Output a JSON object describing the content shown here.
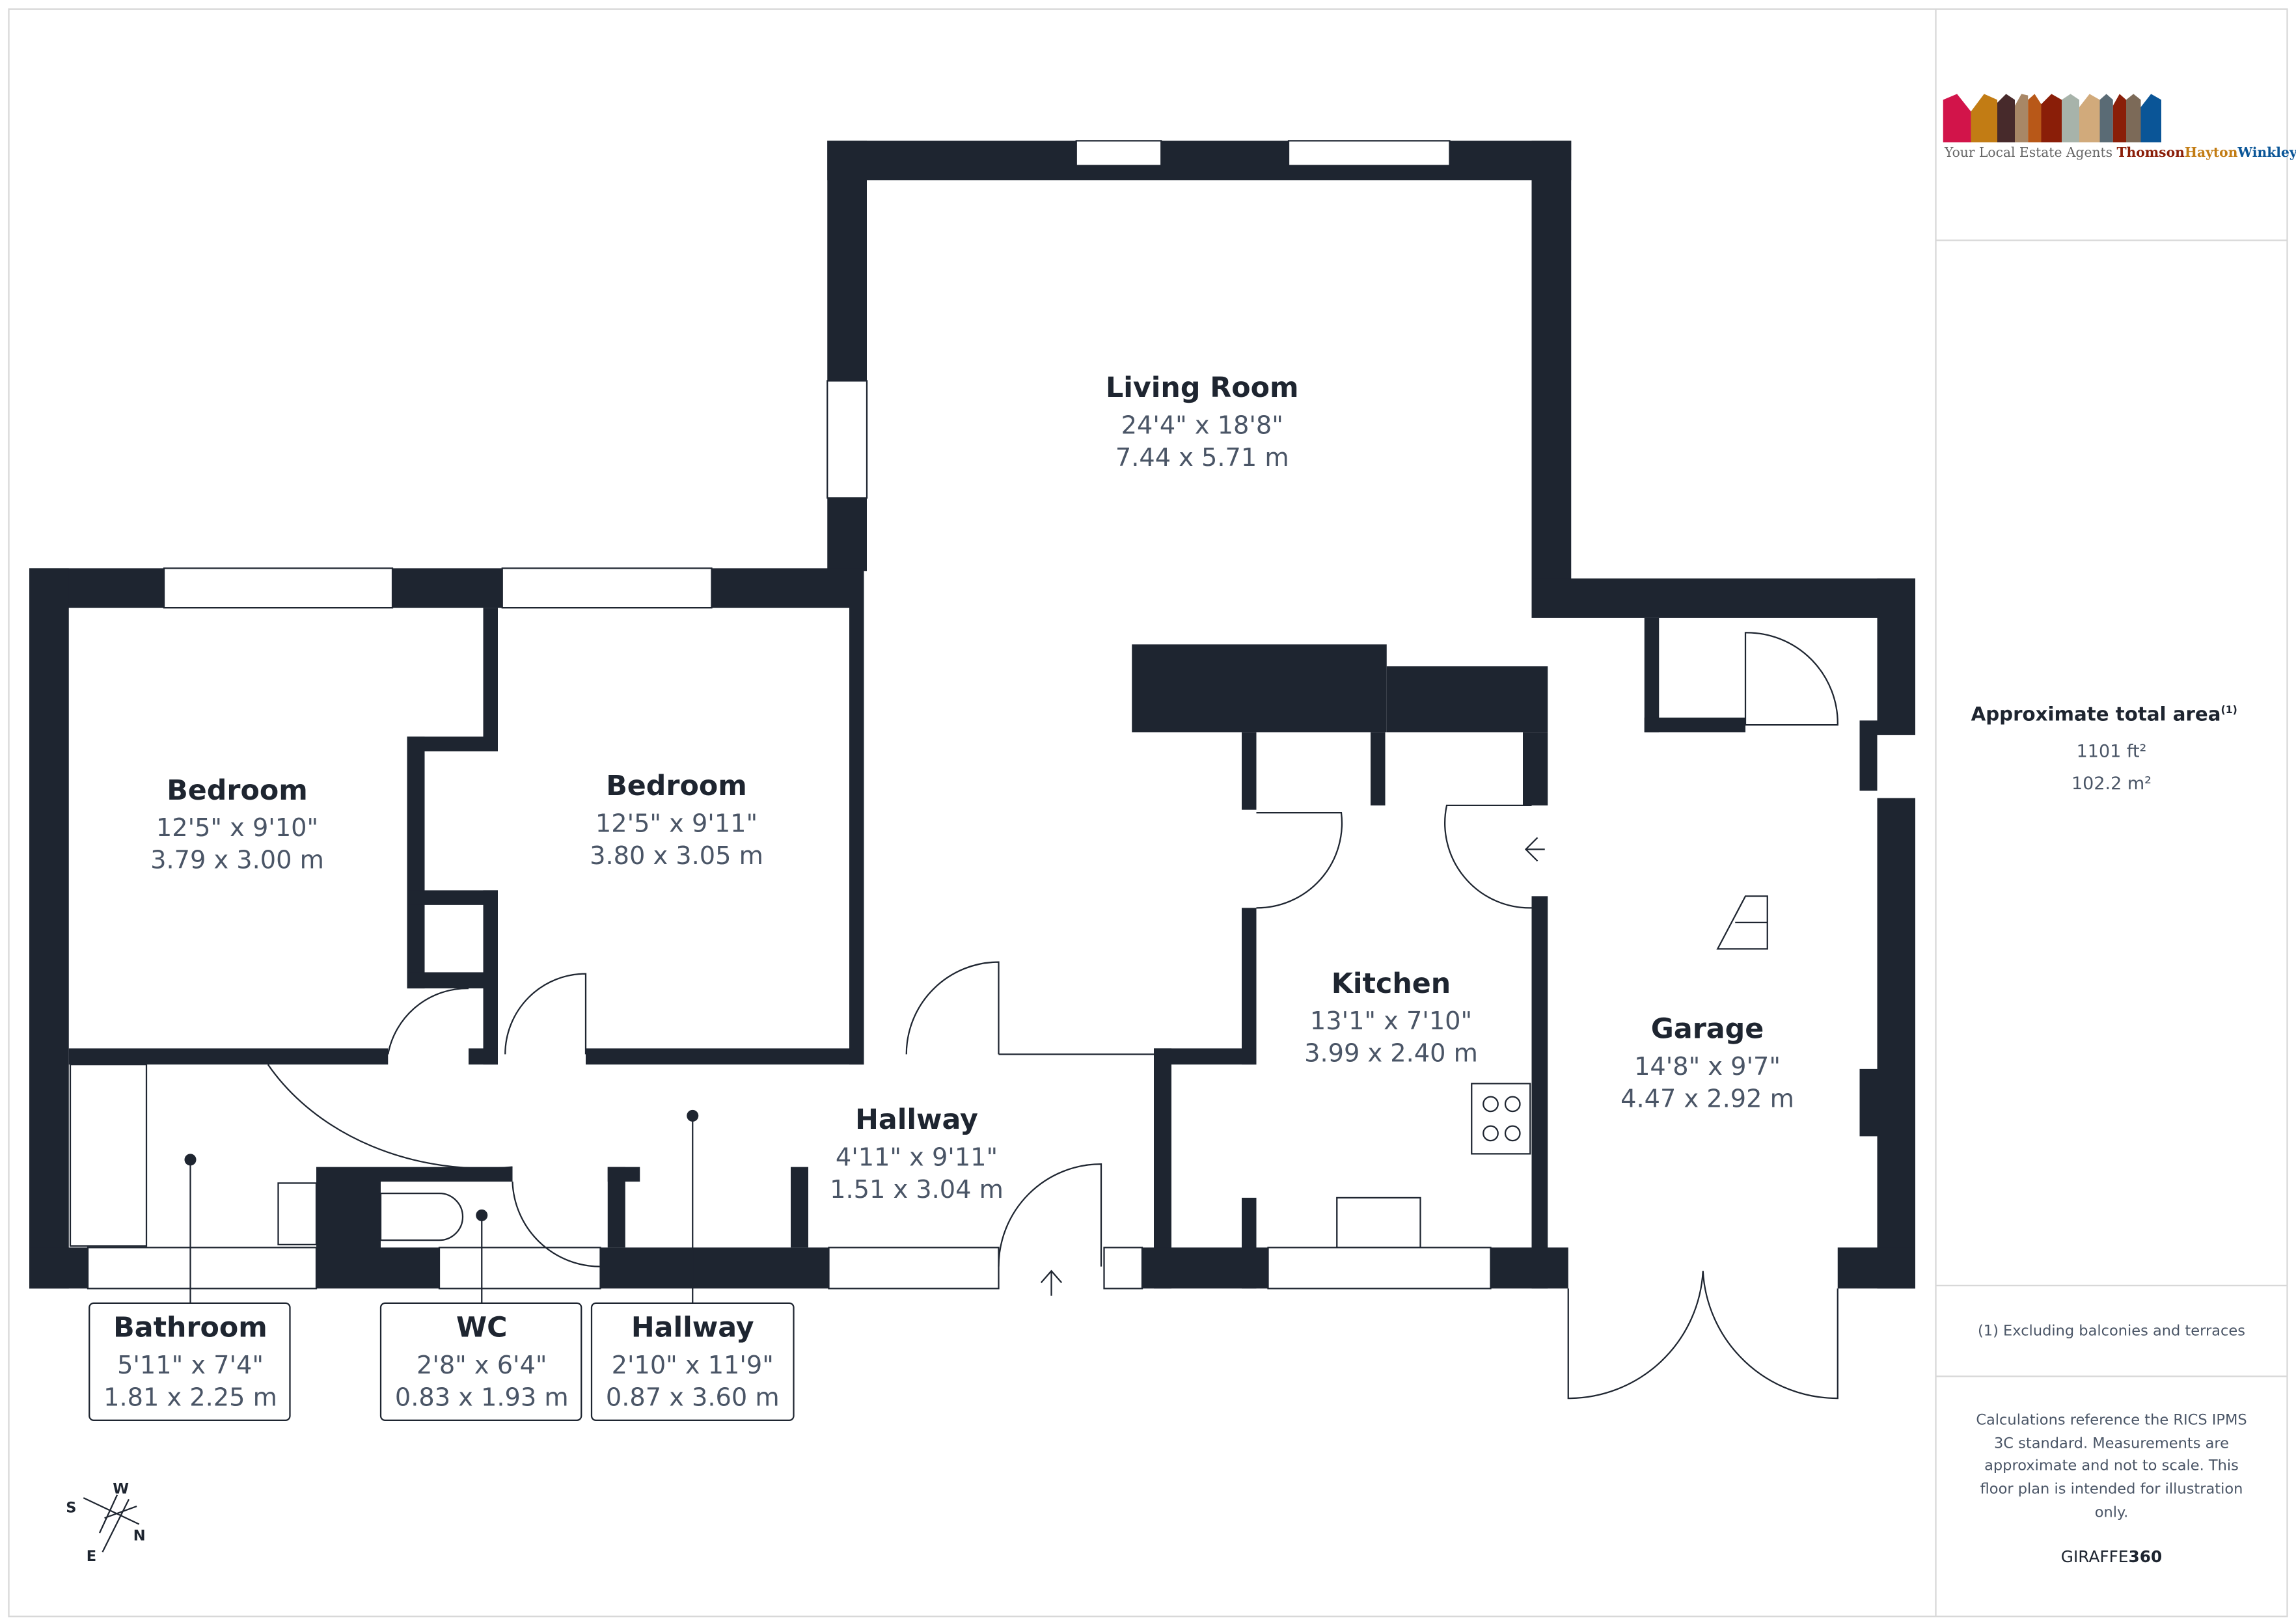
{
  "brand": {
    "tagline": "Your Local Estate Agents",
    "name_part1": "Thomson",
    "name_part2": "Hayton",
    "name_part3": "Winkley",
    "colors": [
      "#d2144a",
      "#c27c14",
      "#472a2b",
      "#a88766",
      "#b85818",
      "#8a1e08",
      "#a7b3aa",
      "#d1aa7b",
      "#5a6b75",
      "#8a1e08",
      "#7c6a58",
      "#0a5597"
    ]
  },
  "rooms": {
    "living": {
      "name": "Living Room",
      "imperial": "24'4\" x 18'8\"",
      "metric": "7.44 x 5.71 m"
    },
    "bedroom1": {
      "name": "Bedroom",
      "imperial": "12'5\" x 9'10\"",
      "metric": "3.79 x 3.00 m"
    },
    "bedroom2": {
      "name": "Bedroom",
      "imperial": "12'5\" x 9'11\"",
      "metric": "3.80 x 3.05 m"
    },
    "kitchen": {
      "name": "Kitchen",
      "imperial": "13'1\" x 7'10\"",
      "metric": "3.99 x 2.40 m"
    },
    "garage": {
      "name": "Garage",
      "imperial": "14'8\" x 9'7\"",
      "metric": "4.47 x 2.92 m"
    },
    "hallway1": {
      "name": "Hallway",
      "imperial": "4'11\" x 9'11\"",
      "metric": "1.51 x 3.04 m"
    },
    "bathroom": {
      "name": "Bathroom",
      "imperial": "5'11\" x 7'4\"",
      "metric": "1.81 x 2.25 m"
    },
    "wc": {
      "name": "WC",
      "imperial": "2'8\" x 6'4\"",
      "metric": "0.83 x 1.93 m"
    },
    "hallway2": {
      "name": "Hallway",
      "imperial": "2'10\" x 11'9\"",
      "metric": "0.87 x 3.60 m"
    }
  },
  "compass": {
    "n": "N",
    "s": "S",
    "e": "E",
    "w": "W"
  },
  "panel": {
    "area_title": "Approximate total area",
    "area_sup": "(1)",
    "area_ft": "1101 ft²",
    "area_m": "102.2 m²",
    "footnote": "(1) Excluding balconies and terraces",
    "disclaimer": [
      "Calculations reference the RICS IPMS",
      "3C standard. Measurements are",
      "approximate and not to scale. This",
      "floor plan is intended for illustration",
      "only."
    ],
    "brand_a": "GIRAFFE",
    "brand_b": "360"
  }
}
